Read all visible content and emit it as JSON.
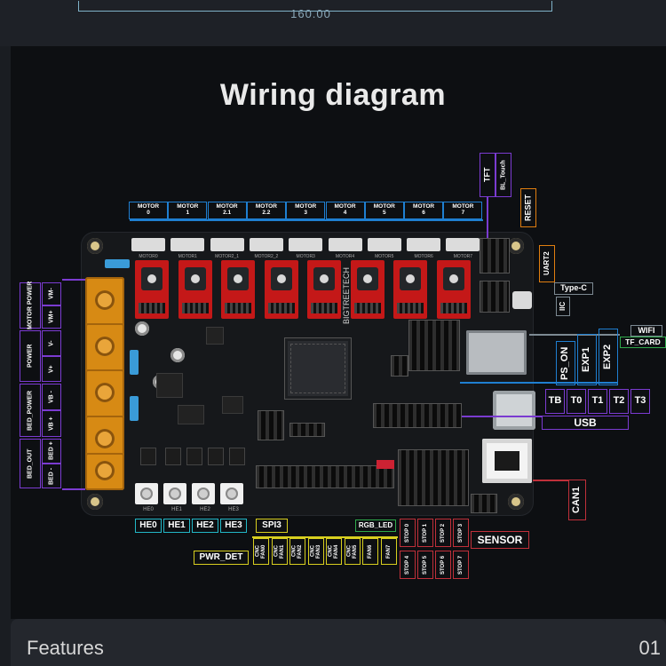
{
  "header": {
    "dimension": "160.00"
  },
  "title": "Wiring diagram",
  "motor_labels": [
    {
      "line1": "MOTOR",
      "line2": "0"
    },
    {
      "line1": "MOTOR",
      "line2": "1"
    },
    {
      "line1": "MOTOR",
      "line2": "2.1"
    },
    {
      "line1": "MOTOR",
      "line2": "2.2"
    },
    {
      "line1": "MOTOR",
      "line2": "3"
    },
    {
      "line1": "MOTOR",
      "line2": "4"
    },
    {
      "line1": "MOTOR",
      "line2": "5"
    },
    {
      "line1": "MOTOR",
      "line2": "6"
    },
    {
      "line1": "MOTOR",
      "line2": "7"
    }
  ],
  "silk_motor_labels": [
    "MOTOR0",
    "MOTOR1",
    "MOTOR2_1",
    "MOTOR2_2",
    "MOTOR3",
    "MOTOR4",
    "MOTOR5",
    "MOTOR6",
    "MOTOR7"
  ],
  "left_labels": {
    "motor_power": {
      "group": "MOTOR POWER",
      "pos": "VM+",
      "neg": "VM-"
    },
    "power": {
      "group": "POWER",
      "pos": "V+",
      "neg": "V-"
    },
    "bed_power": {
      "group": "BED_POWER",
      "pos": "VB +",
      "neg": "VB -"
    },
    "bed_out": {
      "group": "BED_OUT",
      "pos": "BED +",
      "neg": "BED -"
    }
  },
  "right_labels": {
    "tft": "TFT",
    "bl_touch": "BL_Touch",
    "reset": "RESET",
    "uart2": "UART2",
    "type_c": "Type-C",
    "iic": "IIC",
    "wifi": "WIFI",
    "tf_card": "TF_CARD",
    "ps_on": "PS_ON",
    "exp1": "EXP1",
    "exp2": "EXP2",
    "tb": "TB",
    "t0": "T0",
    "t1": "T1",
    "t2": "T2",
    "t3": "T3",
    "usb": "USB",
    "can1": "CAN1",
    "sensor": "SENSOR"
  },
  "bottom_labels": {
    "heaters": [
      "HE0",
      "HE1",
      "HE2",
      "HE3"
    ],
    "silk_heaters": [
      "HE0",
      "HE1",
      "HE2",
      "HE3"
    ],
    "spi3": "SPI3",
    "pwr_det": "PWR_DET",
    "rgb_led": "RGB_LED",
    "fans": [
      "CNC FAN0",
      "CNC FAN1",
      "CNC FAN2",
      "CNC FAN3",
      "CNC FAN4",
      "CNC FAN5",
      "FAN6",
      "FAN7"
    ],
    "stops": [
      "STOP 0",
      "STOP 1",
      "STOP 2",
      "STOP 3",
      "STOP 4",
      "STOP 5",
      "STOP 6",
      "STOP 7"
    ]
  },
  "board": {
    "brand": "BIGTREETECH"
  },
  "footer": {
    "label": "Features",
    "number": "01"
  },
  "colors": {
    "motor": "#1f7fd1",
    "power": "#7b3bd1",
    "heater": "#22b7c6",
    "fan": "#d8cf1f",
    "sensor": "#c0303a",
    "rgb": "#2ea84a",
    "reset": "#e07e10"
  }
}
